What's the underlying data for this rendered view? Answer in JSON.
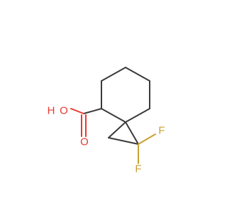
{
  "molecule": {
    "atoms": {
      "hydroxyl_h": {
        "text": "H",
        "color": "#e8382e"
      },
      "hydroxyl_o": {
        "text": "O",
        "color": "#e8382e"
      },
      "carbonyl_o": {
        "text": "O",
        "color": "#e8382e"
      },
      "fluorine_1": {
        "text": "F",
        "color": "#c8a030"
      },
      "fluorine_2": {
        "text": "F",
        "color": "#c8a030"
      }
    }
  }
}
